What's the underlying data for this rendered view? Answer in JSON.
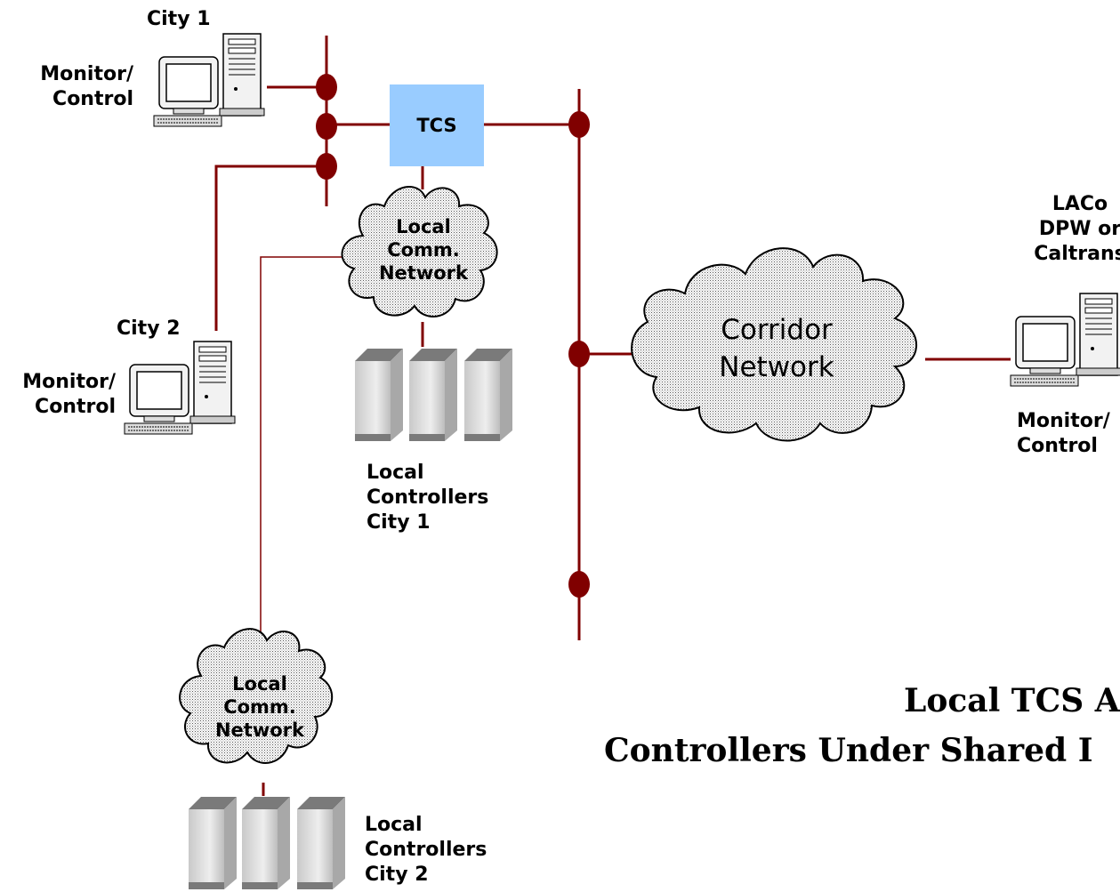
{
  "diagram": {
    "title_line1": "Local TCS A",
    "title_line2": "Controllers Under Shared I",
    "tcs_label": "TCS",
    "corridor_network_label": "Corridor\nNetwork",
    "local_network_label": "Local\nComm.\nNetwork",
    "city1": {
      "name": "City 1",
      "workstation_label": "Monitor/\nControl",
      "controllers_label": "Local\nControllers\nCity 1"
    },
    "city2": {
      "name": "City 2",
      "workstation_label": "Monitor/\nControl",
      "controllers_label": "Local\nControllers\nCity 2"
    },
    "regional": {
      "agency_label": "LACo\nDPW or\nCaltrans",
      "workstation_label": "Monitor/\nControl"
    },
    "colors": {
      "link": "#800000",
      "node": "#800000",
      "tcs_box": "#99ccff",
      "cloud_fill": "#d9d9d9"
    }
  }
}
